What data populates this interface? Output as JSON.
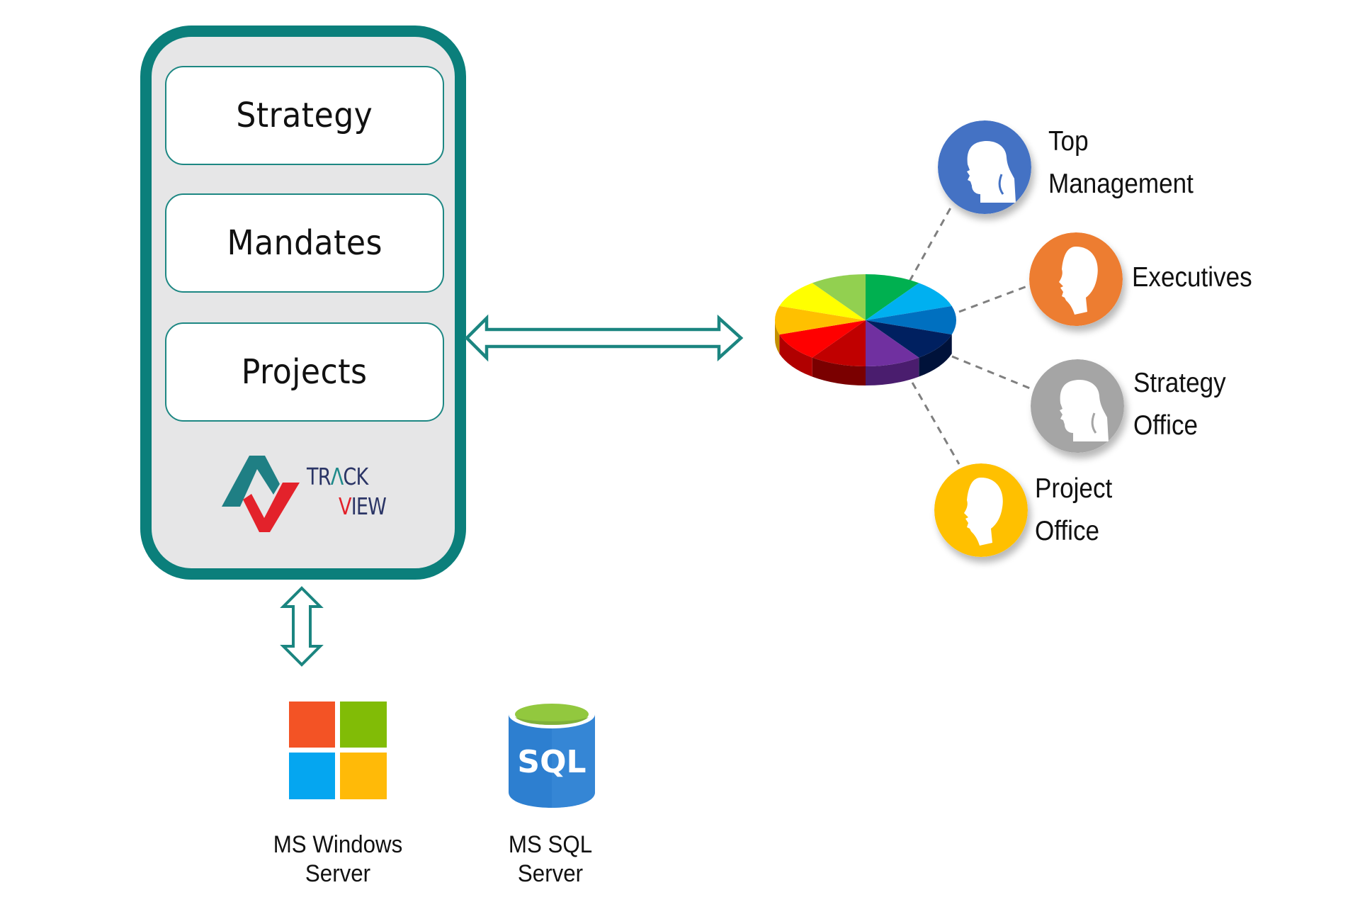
{
  "platform": {
    "modules": [
      {
        "label": "Strategy"
      },
      {
        "label": "Mandates"
      },
      {
        "label": "Projects"
      }
    ],
    "logo": {
      "line1_pre": "TR",
      "line1_accent": "Λ",
      "line1_post": "CK",
      "line2_accent": "V",
      "line2_post": "IEW",
      "name": "TrackView"
    }
  },
  "connections": {
    "platform_to_users": "bidirectional",
    "platform_to_infrastructure": "bidirectional"
  },
  "reporting_hub": {
    "icon": "pie-chart-3d-icon",
    "slices": 10
  },
  "stakeholders": [
    {
      "line1": "Top",
      "line2": "Management",
      "color": "#4472c4",
      "icon": "person-head-icon"
    },
    {
      "line1": "Executives",
      "line2": "",
      "color": "#ed7d31",
      "icon": "person-head-icon"
    },
    {
      "line1": "Strategy",
      "line2": "Office",
      "color": "#a5a5a5",
      "icon": "person-head-icon"
    },
    {
      "line1": "Project",
      "line2": "Office",
      "color": "#ffc000",
      "icon": "person-head-icon"
    }
  ],
  "infrastructure": [
    {
      "line1": "MS Windows",
      "line2": "Server",
      "icon": "windows-logo-icon"
    },
    {
      "line1": "MS SQL",
      "line2": "Server",
      "icon": "sql-database-icon",
      "icon_text": "SQL"
    }
  ],
  "colors": {
    "teal": "#0b7f7b",
    "panel_bg": "#e6e6e7",
    "logo_navy": "#2b3566",
    "logo_red": "#e3222b"
  }
}
